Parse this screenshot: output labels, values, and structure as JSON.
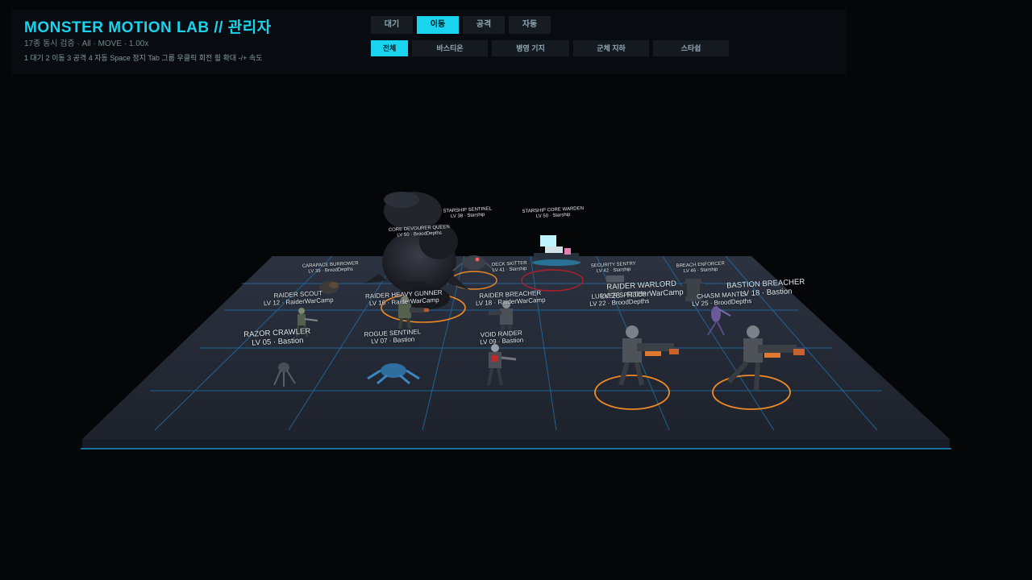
{
  "hud": {
    "title": "MONSTER MOTION LAB // 관리자",
    "subtitle": "17종 동시 검증 · All · MOVE · 1.00x",
    "hotkeys": "1 대기  2 이동  3 공격  4 자동  Space 정지  Tab 그룹  우클릭 회전  휠 확대  -/+ 속도"
  },
  "motion_tabs": [
    {
      "label": "대기",
      "active": false
    },
    {
      "label": "이동",
      "active": true
    },
    {
      "label": "공격",
      "active": false
    },
    {
      "label": "자동",
      "active": false
    }
  ],
  "group_tabs": [
    {
      "label": "전체",
      "active": true
    },
    {
      "label": "바스티온",
      "active": false
    },
    {
      "label": "병영 기지",
      "active": false
    },
    {
      "label": "군체 지하",
      "active": false
    },
    {
      "label": "스타쉽",
      "active": false
    }
  ],
  "units": [
    {
      "name": "STARSHIP SENTINEL",
      "info": "LV 38 · Starship"
    },
    {
      "name": "STARSHIP CORE WARDEN",
      "info": "LV 50 · Starship"
    },
    {
      "name": "CORE DEVOURER QUEEN",
      "info": "LV 50 · BroodDepths"
    },
    {
      "name": "CARAPACE BURROWER",
      "info": "LV 39 · BroodDepths"
    },
    {
      "name": "DECK SKITTER",
      "info": "LV 41 · Starship"
    },
    {
      "name": "SECURITY SENTRY",
      "info": "LV 42 · Starship"
    },
    {
      "name": "BREACH ENFORCER",
      "info": "LV 46 · Starship"
    },
    {
      "name": "RAIDER WARLORD",
      "info": "LV 28 · RaiderWarCamp"
    },
    {
      "name": "BASTION BREACHER",
      "info": "LV 18 · Bastion"
    },
    {
      "name": "RAIDER SCOUT",
      "info": "LV 12 · RaiderWarCamp"
    },
    {
      "name": "RAIDER HEAVY GUNNER",
      "info": "LV 16 · RaiderWarCamp"
    },
    {
      "name": "RAIDER BREACHER",
      "info": "LV 18 · RaiderWarCamp"
    },
    {
      "name": "LURKER SPITTER",
      "info": "LV 22 · BroodDepths"
    },
    {
      "name": "CHASM MANTIS",
      "info": "LV 25 · BroodDepths"
    },
    {
      "name": "RAZOR CRAWLER",
      "info": "LV 05 · Bastion"
    },
    {
      "name": "ROGUE SENTINEL",
      "info": "LV 07 · Bastion"
    },
    {
      "name": "VOID RAIDER",
      "info": "LV 09 · Bastion"
    }
  ],
  "colors": {
    "accent": "#19d4ef",
    "selection_ring": "#f08a24",
    "alert_ring": "#b0202a",
    "grid_line": "#1f6fa8",
    "floor": "#242a36"
  }
}
